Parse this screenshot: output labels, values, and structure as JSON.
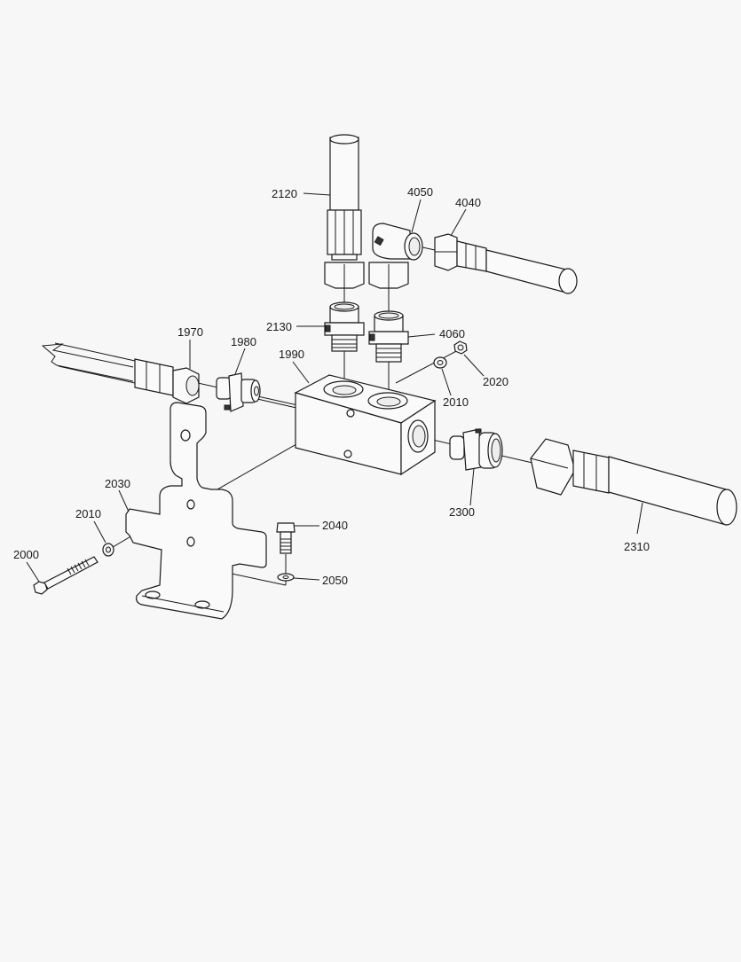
{
  "diagram": {
    "type": "exploded-parts-view",
    "background": "#f7f7f7",
    "line_color": "#1a1a1a",
    "callouts": [
      {
        "id": "c2120",
        "label": "2120",
        "part": "hose-assembly-top"
      },
      {
        "id": "c4050",
        "label": "4050",
        "part": "elbow-fitting"
      },
      {
        "id": "c4040",
        "label": "4040",
        "part": "hose-assembly-right-top"
      },
      {
        "id": "c2130",
        "label": "2130",
        "part": "adapter-fitting-left"
      },
      {
        "id": "c4060",
        "label": "4060",
        "part": "adapter-fitting-right"
      },
      {
        "id": "c1970",
        "label": "1970",
        "part": "hose-assembly-left"
      },
      {
        "id": "c1980",
        "label": "1980",
        "part": "adapter-fitting-side"
      },
      {
        "id": "c1990",
        "label": "1990",
        "part": "manifold-block"
      },
      {
        "id": "c2020",
        "label": "2020",
        "part": "nut"
      },
      {
        "id": "c2010a",
        "label": "2010",
        "part": "washer-right"
      },
      {
        "id": "c2300",
        "label": "2300",
        "part": "adapter-fitting-front"
      },
      {
        "id": "c2310",
        "label": "2310",
        "part": "hose-assembly-front"
      },
      {
        "id": "c2030",
        "label": "2030",
        "part": "mounting-bracket"
      },
      {
        "id": "c2010b",
        "label": "2010",
        "part": "washer-left"
      },
      {
        "id": "c2000",
        "label": "2000",
        "part": "bolt-long"
      },
      {
        "id": "c2040",
        "label": "2040",
        "part": "bolt-short"
      },
      {
        "id": "c2050",
        "label": "2050",
        "part": "washer-small"
      }
    ]
  }
}
